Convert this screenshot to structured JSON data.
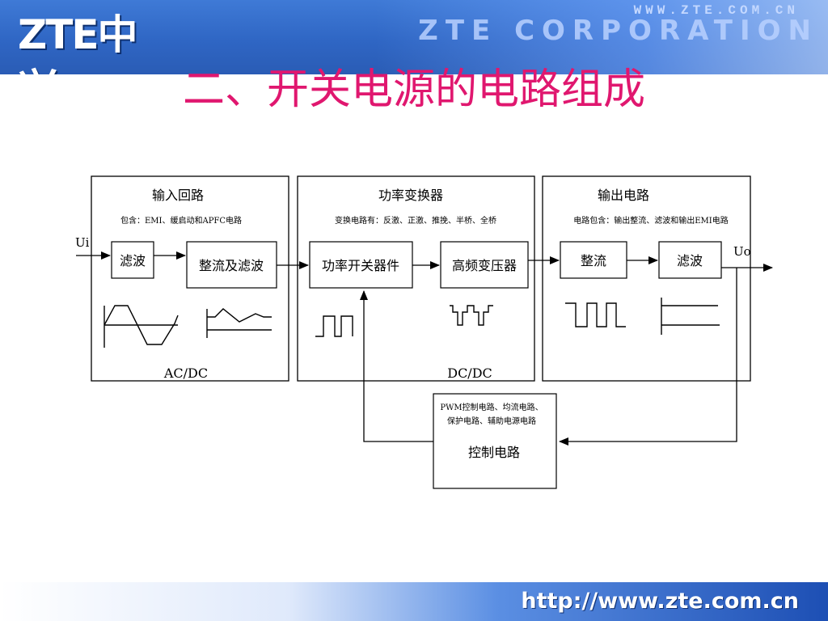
{
  "header": {
    "logo_text": "ZTE中兴",
    "website_top": "WWW.ZTE.COM.CN",
    "corporation": "ZTE CORPORATION"
  },
  "slide": {
    "title": "二、开关电源的电路组成"
  },
  "diagram": {
    "input_section": {
      "title": "输入回路",
      "note": "包含：EMI、缓启动和APFC电路",
      "box_filter": "滤波",
      "box_rectify_filter": "整流及滤波",
      "footer_label": "AC/DC"
    },
    "power_section": {
      "title": "功率变换器",
      "note": "变换电路有：反激、正激、推挽、半桥、全桥",
      "box_switch": "功率开关器件",
      "box_transformer": "高频变压器",
      "footer_label": "DC/DC"
    },
    "output_section": {
      "title": "输出电路",
      "note": "电路包含：输出整流、滤波和输出EMI电路",
      "box_rectify": "整流",
      "box_filter": "滤波"
    },
    "control_section": {
      "note_line1": "PWM控制电路、均流电路、",
      "note_line2": "保护电路、辅助电源电路",
      "box_label": "控制电路"
    },
    "input_terminal": "Ui",
    "output_terminal": "Uo"
  },
  "footer": {
    "website": "http://www.zte.com.cn"
  },
  "colors": {
    "title": "#e0176f",
    "header_blue": "#2f66c4",
    "line": "#000000"
  }
}
